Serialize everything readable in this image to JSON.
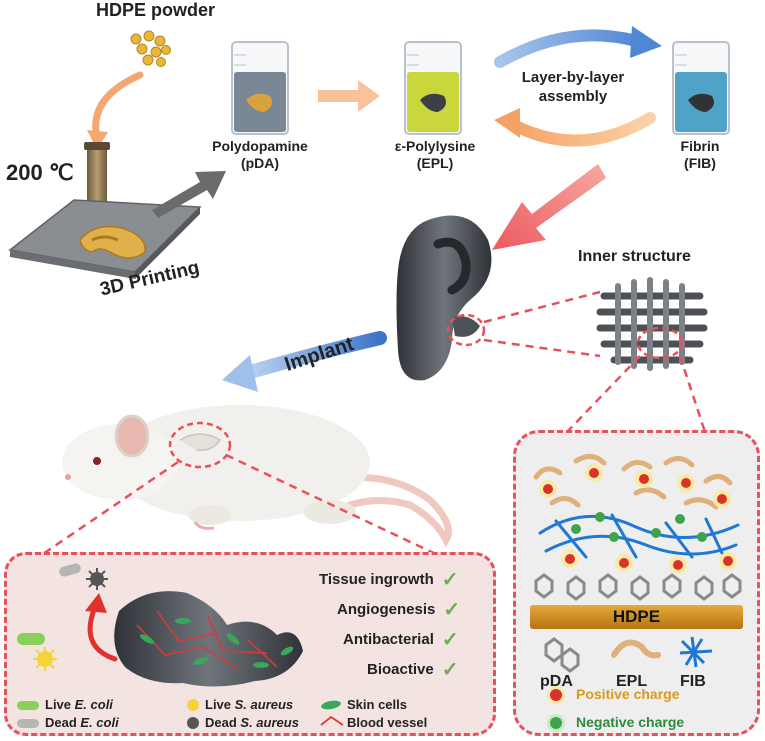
{
  "labels": {
    "hdpe_powder": "HDPE powder",
    "temperature": "200 ℃",
    "printing": "3D Printing",
    "pda_name": "Polydopamine",
    "pda_abbr": "(pDA)",
    "epl_name": "ε-Polylysine",
    "epl_abbr": "(EPL)",
    "lbl_line1": "Layer-by-layer",
    "lbl_line2": "assembly",
    "fib_name": "Fibrin",
    "fib_abbr": "(FIB)",
    "inner_structure": "Inner structure",
    "implant": "Implant",
    "hdpe_bar": "HDPE"
  },
  "properties": [
    "Tissue ingrowth",
    "Angiogenesis",
    "Antibacterial",
    "Bioactive"
  ],
  "check_mark": "✓",
  "legend_left": {
    "live_ecoli_prefix": "Live ",
    "live_ecoli_species": "E. coli",
    "dead_ecoli_prefix": "Dead ",
    "dead_ecoli_species": "E. coli",
    "live_saureus_prefix": "Live ",
    "live_saureus_species": "S. aureus",
    "dead_saureus_prefix": "Dead ",
    "dead_saureus_species": "S. aureus",
    "skin_cells": "Skin cells",
    "blood_vessel": "Blood vessel"
  },
  "legend_right": {
    "pda": "pDA",
    "epl": "EPL",
    "fib": "FIB",
    "positive": "Positive charge",
    "negative": "Negative charge",
    "plus": "+",
    "minus": "−"
  },
  "colors": {
    "accent_red": "#e8505b",
    "arrow_orange": "#f7b98b",
    "arrow_blue": "#6f9ed9",
    "hdpe_bar": "#c98a1a",
    "check_green": "#6ab04c",
    "epl_tan": "#e0b07a",
    "fib_blue": "#1e78d6",
    "pda_gray": "#888888",
    "positive_red": "#d9322b",
    "negative_green": "#3fa34d"
  }
}
